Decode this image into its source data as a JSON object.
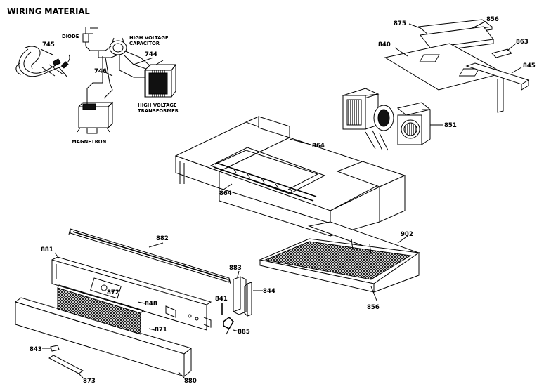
{
  "diagram": {
    "title": "WIRING MATERIAL",
    "component_labels": {
      "diode": "DIODE",
      "capacitor_line1": "HIGH VOLTAGE",
      "capacitor_line2": "CAPACITOR",
      "transformer_line1": "HIGH VOLTAGE",
      "transformer_line2": "TRANSFORMER",
      "magnetron": "MAGNETRON"
    },
    "part_numbers": {
      "p745": "745",
      "p744": "744",
      "p746": "746",
      "p875": "875",
      "p856": "856",
      "p840": "840",
      "p863": "863",
      "p845": "845",
      "p851": "851",
      "p864a": "864",
      "p864b": "864",
      "p882": "882",
      "p902": "902",
      "p881": "881",
      "p883": "883",
      "p872": "872",
      "p848": "848",
      "p844": "844",
      "p841": "841",
      "p856b": "856",
      "p871": "871",
      "p885": "885",
      "p843": "843",
      "p873": "873",
      "p880": "880"
    }
  }
}
